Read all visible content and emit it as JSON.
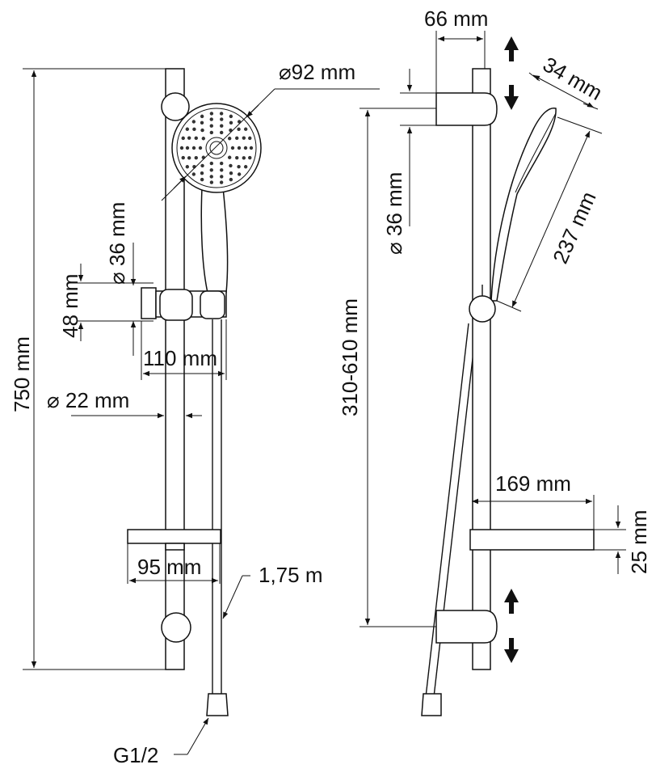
{
  "title": "Shower rail set dimension drawing",
  "left_view": {
    "height_total": "750 mm",
    "head_diameter": "⌀92 mm",
    "holder_diameter": "⌀ 36 mm",
    "holder_height": "48 mm",
    "holder_depth": "110 mm",
    "rail_diameter": "⌀ 22 mm",
    "dish_width": "95 mm",
    "hose_length": "1,75 m",
    "thread": "G1/2"
  },
  "right_view": {
    "holder_offset": "66 mm",
    "head_depth": "34 mm",
    "holder_diameter": "⌀ 36 mm",
    "handshower_length": "237 mm",
    "adjust_range": "310-610 mm",
    "dish_depth": "169 mm",
    "dish_height": "25 mm"
  }
}
